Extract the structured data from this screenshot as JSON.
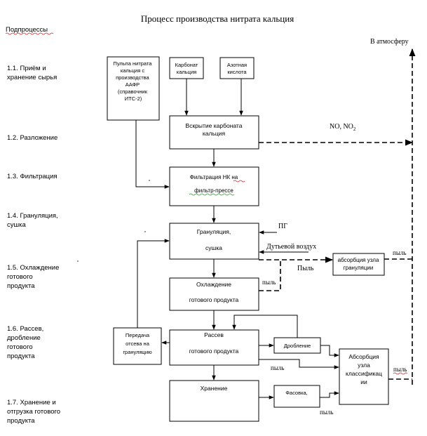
{
  "title": "Процесс производства нитрата кальция",
  "subprocesses_header": "Подпроцессы",
  "stages": [
    [
      "1.1. Приём и",
      "хранение сырья"
    ],
    [
      "1.2. Разложение"
    ],
    [
      "1.3. Фильтрация"
    ],
    [
      "1.4. Грануляция,",
      "сушка"
    ],
    [
      "1.5. Охлаждение",
      "готового",
      "продукта"
    ],
    [
      "1.6. Рассев,",
      "дробление",
      "готового",
      "продукта"
    ],
    [
      "1.7. Хранение и",
      "отгрузка готового",
      "продукта"
    ]
  ],
  "boxes": {
    "pulp": [
      "Пульпа нитрата",
      "кальция с",
      "производства",
      "ААФР",
      "(справочник",
      "ИТС-2)"
    ],
    "carbonate": [
      "Карбонат",
      "кальция"
    ],
    "acid": [
      "Азотная",
      "кислота"
    ],
    "decomp": [
      "Вскрытие карбоната",
      "кальция"
    ],
    "filter": [
      "Фильтрация НК на",
      "фильтр-прессе"
    ],
    "granul": [
      "Грануляция,",
      "сушка"
    ],
    "cooling": [
      "Охлаждение",
      "готового продукта"
    ],
    "screening": [
      "Рассев",
      "готового продукта"
    ],
    "transfer": [
      "Передача",
      "отсева на",
      "грануляцию"
    ],
    "crushing": [
      "Дробление"
    ],
    "absorb_gran": [
      "абсорбция узла",
      "грануляции"
    ],
    "absorb_class": [
      "Абсорбция",
      "узла",
      "классификац",
      "ии"
    ],
    "storage": [
      "Хранение"
    ],
    "packing": [
      "Фасовка,"
    ]
  },
  "labels": {
    "atmosphere": "В атмосферу",
    "nox": "NO, NO",
    "nox_sub": "2",
    "pg": "ПГ",
    "blow_air": "Дутьевой воздух",
    "dust": "Пыль",
    "dust_lc": "пыль"
  }
}
